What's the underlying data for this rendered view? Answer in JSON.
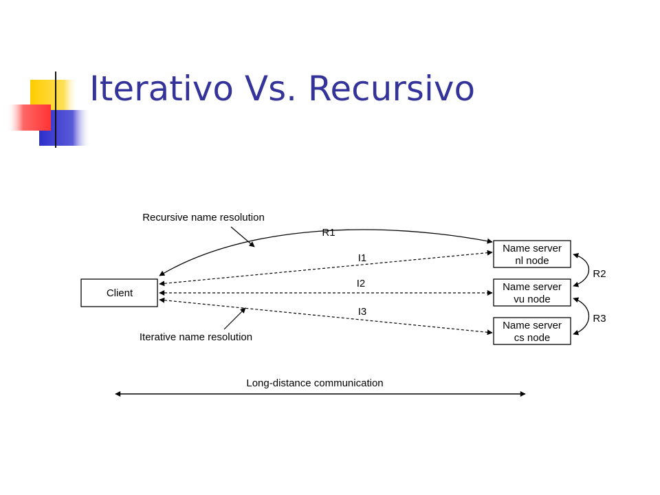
{
  "slide": {
    "title": "Iterativo Vs. Recursivo"
  },
  "diagram": {
    "client_label": "Client",
    "servers": [
      {
        "line1": "Name server",
        "line2": "nl node"
      },
      {
        "line1": "Name server",
        "line2": "vu node"
      },
      {
        "line1": "Name server",
        "line2": "cs node"
      }
    ],
    "edge_labels": {
      "r1": "R1",
      "i1": "I1",
      "i2": "I2",
      "i3": "I3",
      "r2": "R2",
      "r3": "R3"
    },
    "annotations": {
      "recursive": "Recursive name resolution",
      "iterative": "Iterative name resolution",
      "long_distance": "Long-distance communication"
    }
  },
  "colors": {
    "title": "#333399",
    "deco_yellow": "#ffcc00",
    "deco_blue": "#3333cc",
    "deco_red": "#ff3333"
  }
}
